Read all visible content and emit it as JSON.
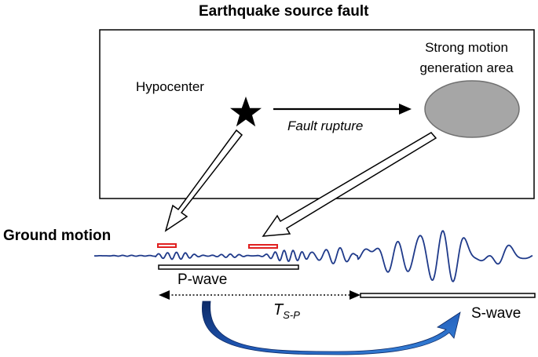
{
  "title": "Earthquake source fault",
  "labels": {
    "hypocenter": "Hypocenter",
    "smga_line1": "Strong motion",
    "smga_line2": "generation area",
    "fault_rupture": "Fault rupture",
    "ground_motion": "Ground motion",
    "p_wave": "P-wave",
    "s_wave": "S-wave",
    "tsp_main": "T",
    "tsp_sub": "S-P"
  },
  "colors": {
    "waveform": "#1f3a8a",
    "marker": "#e02020",
    "ellipse_fill": "#a6a6a6",
    "curved_arrow": "#1e4fa0"
  }
}
